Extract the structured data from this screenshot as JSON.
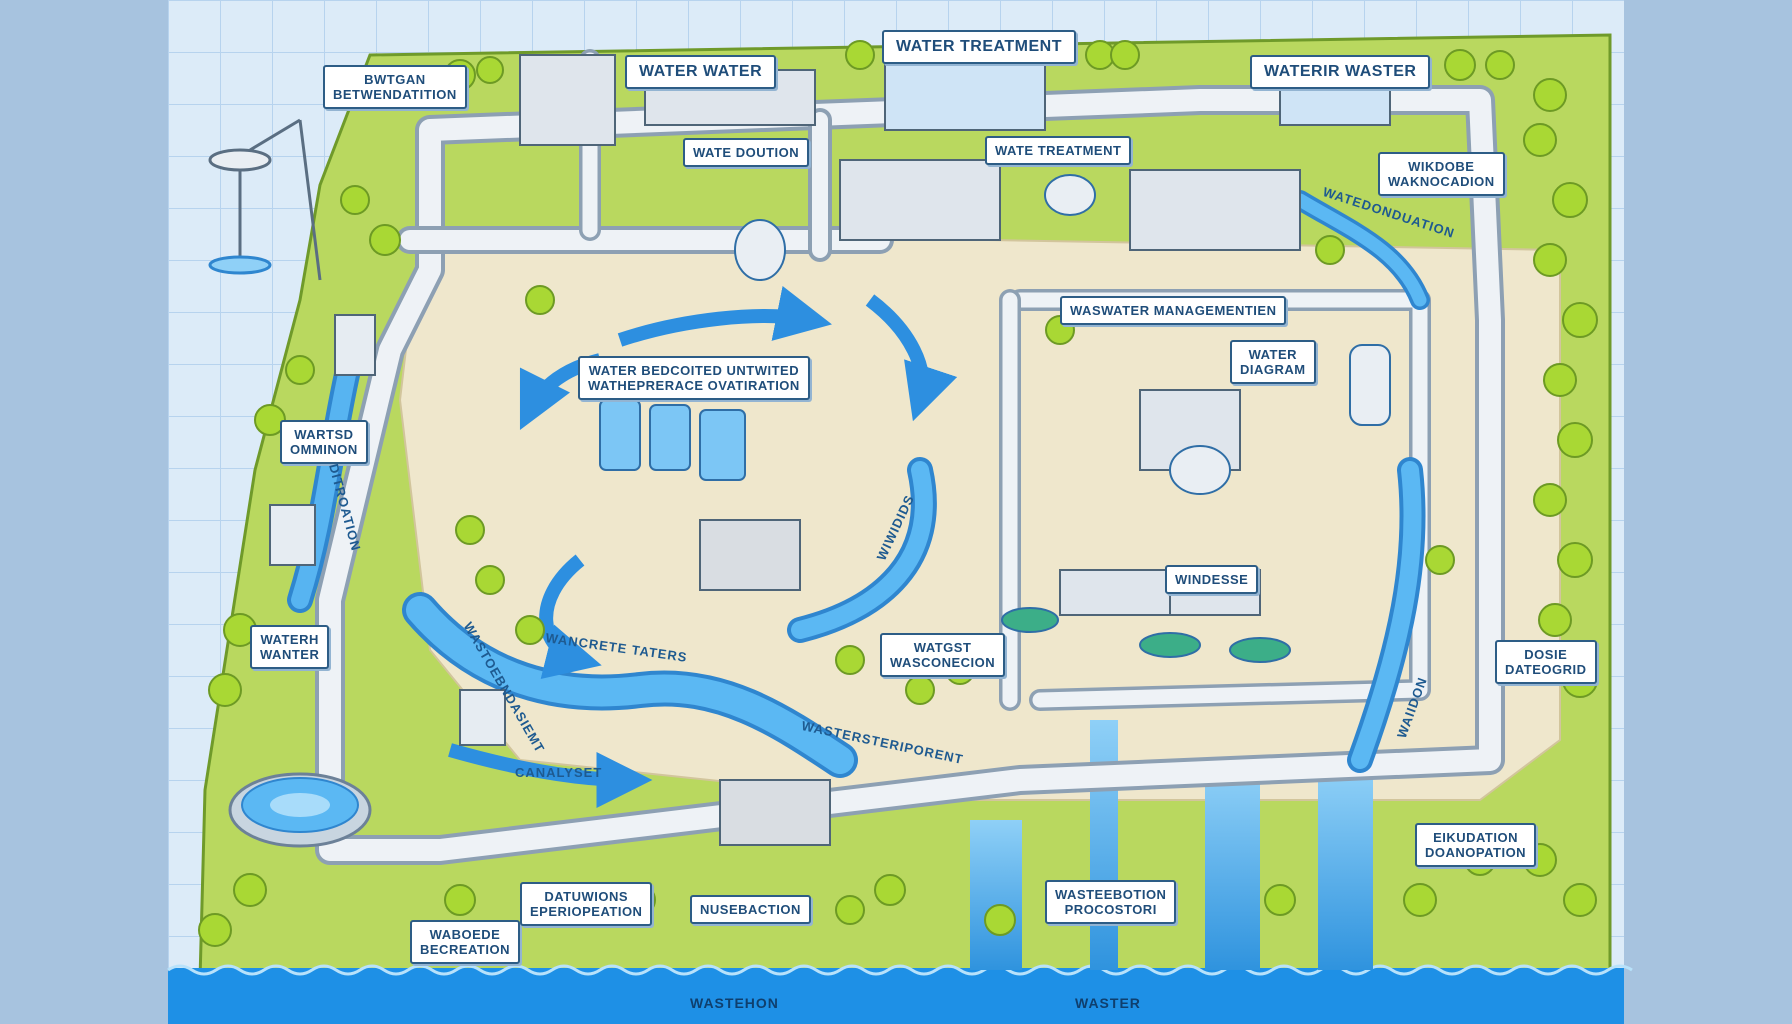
{
  "colors": {
    "land": "#b9d85f",
    "land_dark": "#95bd3a",
    "sand": "#efe7cc",
    "pipe": "#e9eef3",
    "pipe_edge": "#8da0b3",
    "water": "#45a8ec",
    "water_light": "#8fd0f7",
    "river": "#1e90e6",
    "outline": "#2d5d86",
    "tree": "#a9d834"
  },
  "labels": {
    "top_left": "BWTGAN\nBETWENDATITION",
    "water_water": "WATER WATER",
    "water_treatment": "WATER TREATMENT",
    "water_wastewater": "WATERIR WASTER",
    "waste_doution": "WATE DOUTION",
    "water_treatment_2": "WATE TREATMENT",
    "wastewater_management": "WASWATER MANAGEMENTIEN",
    "right_upper": "WIKDOBE\nWAKNOCADION",
    "center": "WATER BEDCOITED UNTWITED\nWATHEPRERACE OVATIRATION",
    "water_diagram": "WATER\nDIAGRAM",
    "left_mid": "WARTSD\nOMMINON",
    "left_lower": "WATERH\nWANTER",
    "center_lower": "WATGST\nWASCONECION",
    "right_mid": "WINDESSE",
    "right_lower": "DOSIE\nDATEOGRID",
    "bottom_left": "WABOEDE\nBECREATION",
    "bottom_center_left": "DATUWIONS\nEPERIOPEATION",
    "bottom_center": "NUSEBACTION",
    "bottom_center_right": "WASTEEBOTION\nPROCOSTORI",
    "bottom_right": "EIKUDATION\nDOANOPATION",
    "arrow_management": "WATEDONDUATION",
    "arrow_treat": "WASTERSTERIPORENT",
    "arrow_left": "DITROATION",
    "arrow_center": "WANCRETE TATERS",
    "arrow_lowleft": "CANALYSET",
    "arrow_bottom": "WASTOEBNDASIEMT",
    "arrow_right": "WAIIDON",
    "arrow_center_right": "WIWIDIDS"
  },
  "water_labels": {
    "left": "WASTEHON",
    "right": "WASTER"
  }
}
